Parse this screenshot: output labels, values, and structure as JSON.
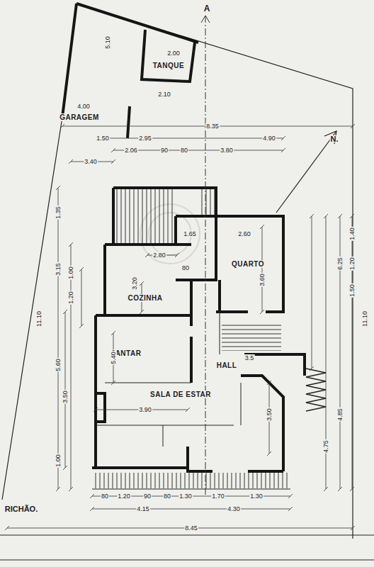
{
  "diagram": {
    "nodes": [
      {
        "text": [
          "TANQUE"
        ]
      },
      {
        "text": [
          "GARAGEM"
        ]
      },
      {
        "text": [
          "COZINHA"
        ]
      },
      {
        "text": [
          "QUARTO"
        ]
      },
      {
        "text": [
          "JANTAR"
        ]
      },
      {
        "text": [
          "HALL"
        ]
      },
      {
        "text": [
          "SALA DE ESTAR"
        ]
      }
    ],
    "labels": [
      "A",
      "5.10",
      "2.00",
      "2.10",
      "4.00",
      "8.35",
      "1.50",
      "2.95",
      "4.90",
      "2.06",
      "90",
      "80",
      "3.80",
      "3.40",
      "N.",
      "1.35",
      "3.15",
      "11.10",
      "1.00",
      "1.20",
      "3.50",
      "5.60",
      "1.00",
      "1.65",
      "2.60",
      "2.80",
      "80",
      "3.20",
      "3.60",
      "5.40",
      "3.5",
      "3.90",
      "3.50",
      "1.40",
      "1.20",
      "1.50",
      "6.25",
      "11.10",
      "4.85",
      "4.75",
      "80",
      "1.20",
      "90",
      "80",
      "1.30",
      "1.70",
      "1.30",
      "4.15",
      "4.30",
      "8.45",
      "RICHÃO."
    ]
  }
}
